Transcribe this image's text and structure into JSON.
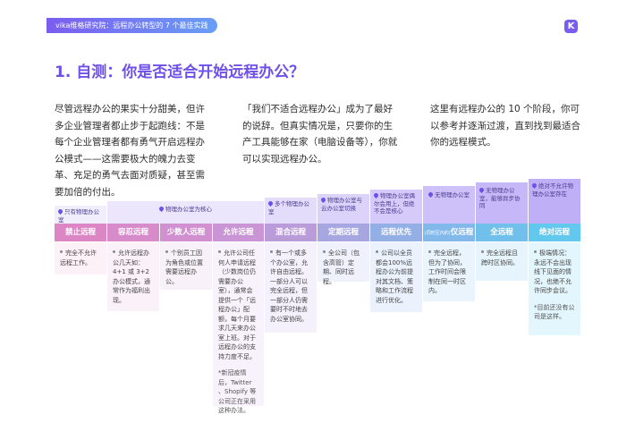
{
  "header": {
    "banner_text": "vika维格研究院：远程办公转型的 7 个最佳实践",
    "logo_glyph": "K"
  },
  "section": {
    "title": "1. 自测：你是否适合开始远程办公？"
  },
  "paragraphs": [
    "尽管远程办公的果实十分甜美，但许多企业管理者都止步于起跑线：不是每个企业管理者都有勇气开启远程办公模式——这需要极大的魄力去变革、充足的勇气去面对质疑，甚至需要加倍的付出。",
    "「我们不适合远程办公」成为了最好的说辞。但真实情况是，只要你的生产工具能够在家（电脑设备等），你就可以实现远程办公。",
    "这里有远程办公的 10 个阶段，你可以参考并逐渐过渡，直到找到最适合你的远程模式。"
  ],
  "groups": [
    "只有物理办公室",
    "物理办公室为核心",
    "多个物理办公室",
    "物理办公室与云办公室切换",
    "物理办公室偶尔会用上，但绝不会是核心",
    "无物理办公室",
    "无物理办公室，能够异步协同",
    "绝对不允许物理办公室存在"
  ],
  "stages": [
    {
      "label": "禁止远程",
      "desc": "完全不允许远程工作。"
    },
    {
      "label": "容忍远程",
      "desc": "允许远程办公几天如：4+1 或 3+2 办公模式，通常作为福利出现。"
    },
    {
      "label": "少数人远程",
      "desc": "个别员工因为角色或位置需要远程办公。"
    },
    {
      "label": "允许远程",
      "desc": "允许公司任何人申请远程（少数岗位仍需要办公室），通常会提供一个「远程办公」配额，每个月要求几天来办公室上班。对于远程办公的支持力度不足。",
      "note": "*新冠疫情后，Twitter 、Shopify 等公司正在采用这种办法。"
    },
    {
      "label": "混合远程",
      "desc": "有一个或多个办公室，允许自由远程。一部分人可以完全远程，但一部分人仍需要时不时地去办公室协同。"
    },
    {
      "label": "定期远程",
      "desc": "全公司（包含高管）定期、同时远程。"
    },
    {
      "label": "远程优先",
      "desc": "公司以全员都会100%远程办公为前提对其文档、策略和工作流程进行优化。"
    },
    {
      "label": "仅远程",
      "prefix": "(同时区内的)",
      "desc": "完全远程，但为了协同，工作时间会限制在同一时区内。"
    },
    {
      "label": "全远程",
      "desc": "完全远程且跨时区协同。"
    },
    {
      "label": "绝对远程",
      "desc": "极端情况：永远不会出现线下见面的情况，也绝不允许同步会议。",
      "note": "*目前还没有公司是这样。"
    }
  ],
  "colors": {
    "accent": "#6d50e8",
    "banner_start": "#7b5cf0",
    "banner_end": "#6a9ef5"
  }
}
